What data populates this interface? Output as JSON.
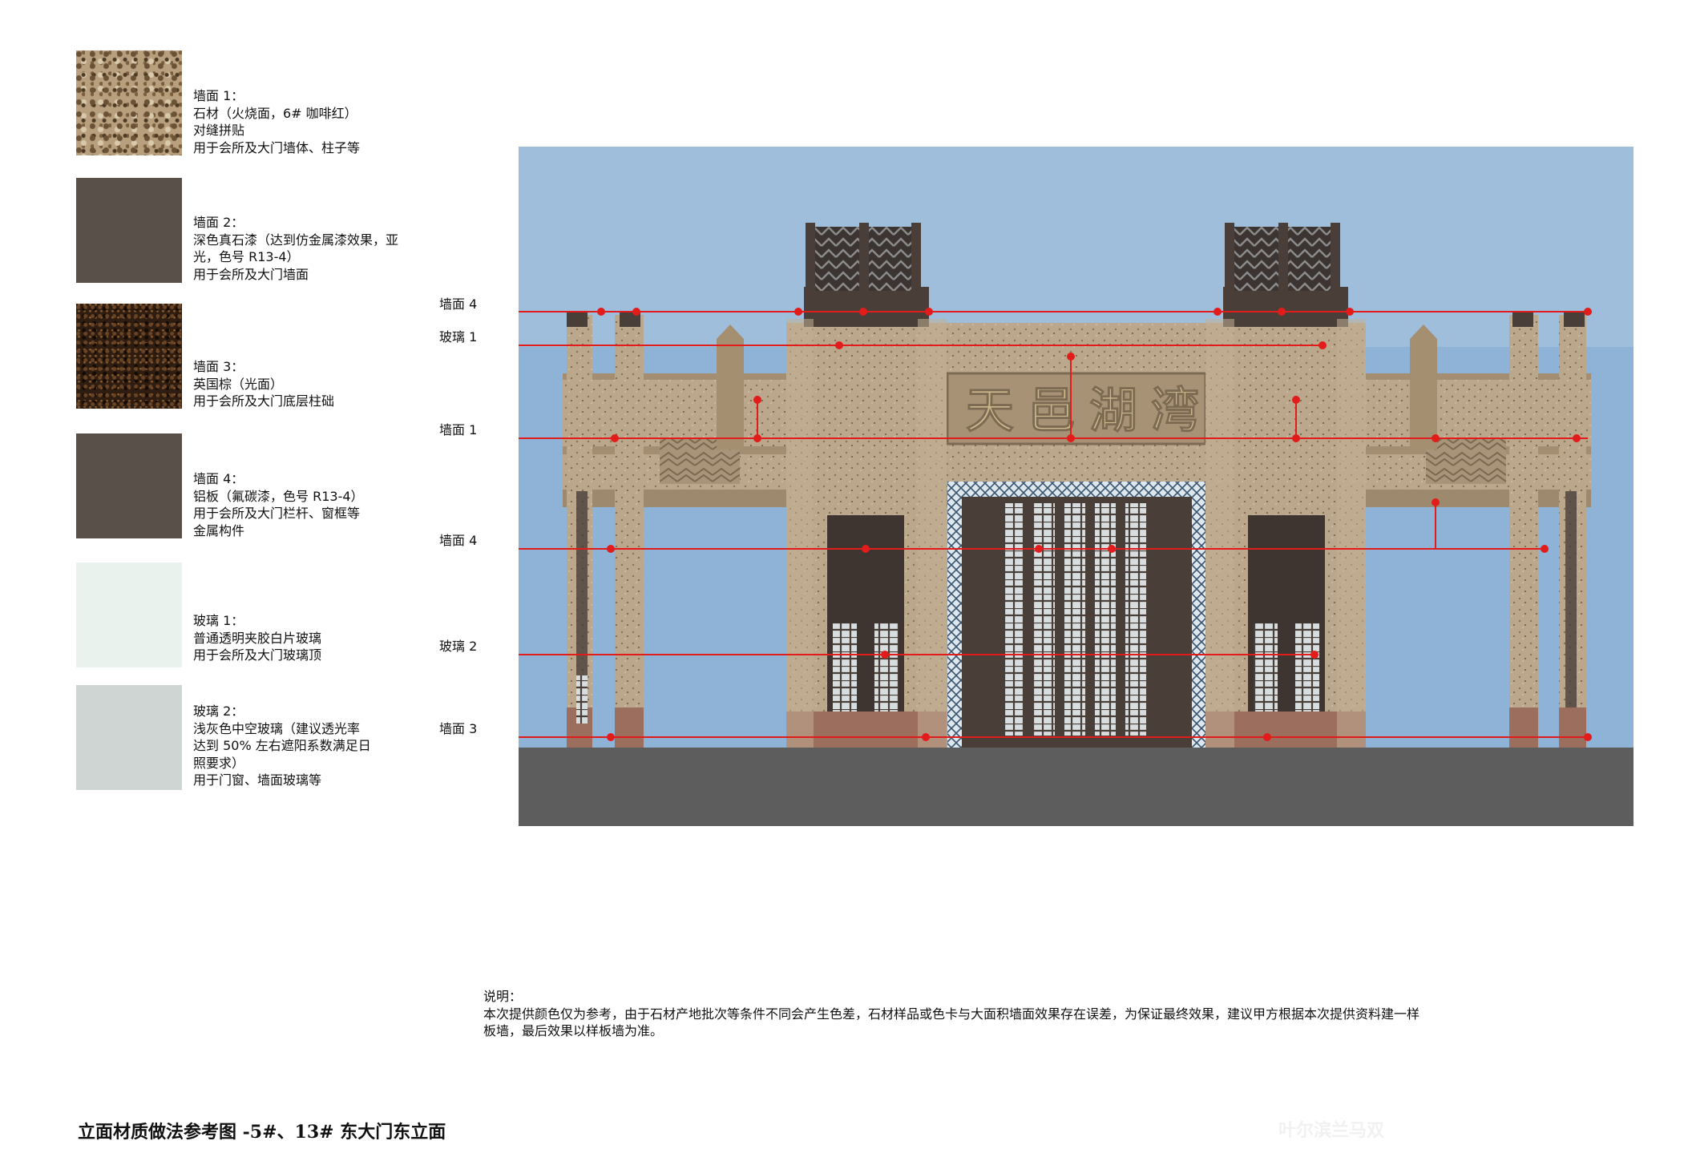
{
  "legend": [
    {
      "title": "墙面 1：",
      "lines": [
        "石材（火烧面，6# 咖啡红）",
        "对缝拼贴",
        "用于会所及大门墙体、柱子等"
      ]
    },
    {
      "title": "墙面 2：",
      "lines": [
        "深色真石漆（达到仿金属漆效果，亚",
        "光，色号 R13-4）",
        "用于会所及大门墙面"
      ]
    },
    {
      "title": "墙面 3：",
      "lines": [
        "英国棕（光面）",
        "用于会所及大门底层柱础"
      ]
    },
    {
      "title": "墙面 4：",
      "lines": [
        "铝板（氟碳漆，色号 R13-4）",
        "用于会所及大门栏杆、窗框等",
        "金属构件"
      ]
    },
    {
      "title": "玻璃 1：",
      "lines": [
        "普通透明夹胶白片玻璃",
        "用于会所及大门玻璃顶"
      ]
    },
    {
      "title": "玻璃 2：",
      "lines": [
        "浅灰色中空玻璃（建议透光率",
        "达到 50% 左右遮阳系数满足日",
        "照要求）",
        "用于门窗、墙面玻璃等"
      ]
    }
  ],
  "callouts": [
    "墙面 4",
    "玻璃 1",
    "墙面 1",
    "墙面 4",
    "玻璃 2",
    "墙面 3"
  ],
  "gate_sign": [
    "天",
    "邑",
    "湖",
    "湾"
  ],
  "note": {
    "heading": "说明：",
    "lines": [
      "本次提供颜色仅为参考，由于石材产地批次等条件不同会产生色差，石材样品或色卡与大面积墙面效果存在误差，为保证最终效果，建议甲方根据本次提供资料建一样",
      "板墙，最后效果以样板墙为准。"
    ]
  },
  "footer": {
    "title": "立面材质做法参考图 -5#、13# 东大门东立面",
    "faint_text": "叶尔滨兰马双"
  },
  "colors": {
    "sky": "#8fb3d6",
    "stone": "#b9a58a",
    "dark_metal": "#4a3f38",
    "ground": "#5d5d5d",
    "callout_line": "#e21b1b"
  }
}
